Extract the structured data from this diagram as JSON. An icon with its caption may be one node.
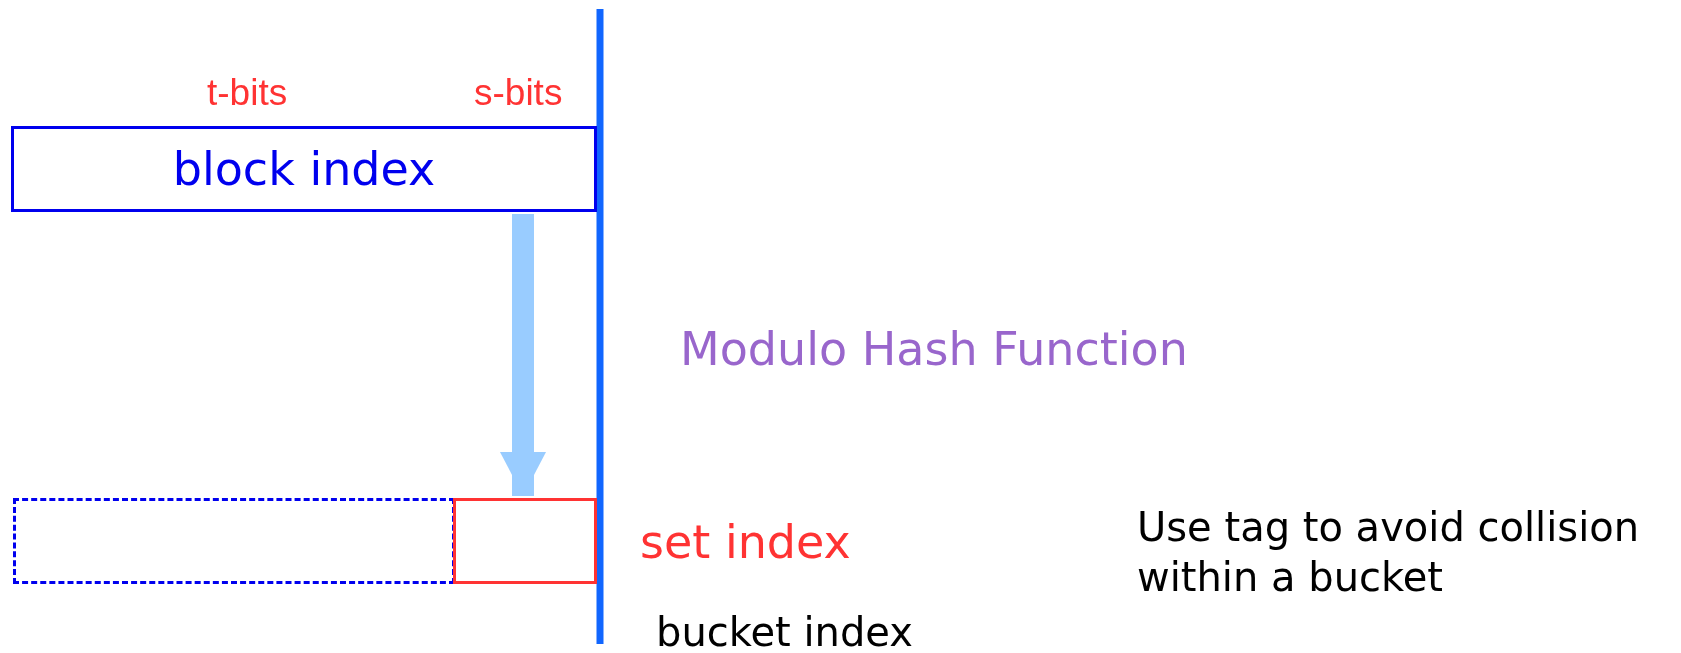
{
  "diagram": {
    "nodes": [
      {
        "text": [
          "block index"
        ],
        "beside": [
          "t-bits",
          "s-bits"
        ]
      },
      {
        "text": [],
        "shape": "box"
      },
      {
        "text": [],
        "shape": "box",
        "beside": [
          "set index"
        ]
      }
    ],
    "edges": [
      {
        "from": 0,
        "to": 2,
        "arrow": "to"
      }
    ],
    "labels": [
      "Modulo Hash Function",
      "bucket index",
      "Use tag to avoid collision within a bucket"
    ]
  }
}
